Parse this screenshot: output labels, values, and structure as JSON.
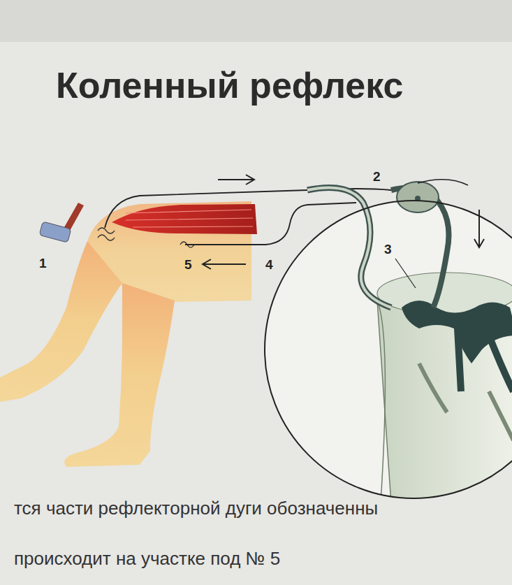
{
  "diagram": {
    "title": "Коленный рефлекс",
    "labels": [
      "1",
      "2",
      "3",
      "4",
      "5",
      "тся части рефлекторной дуги обозначенны",
      "происходит на участке под № 5"
    ]
  }
}
